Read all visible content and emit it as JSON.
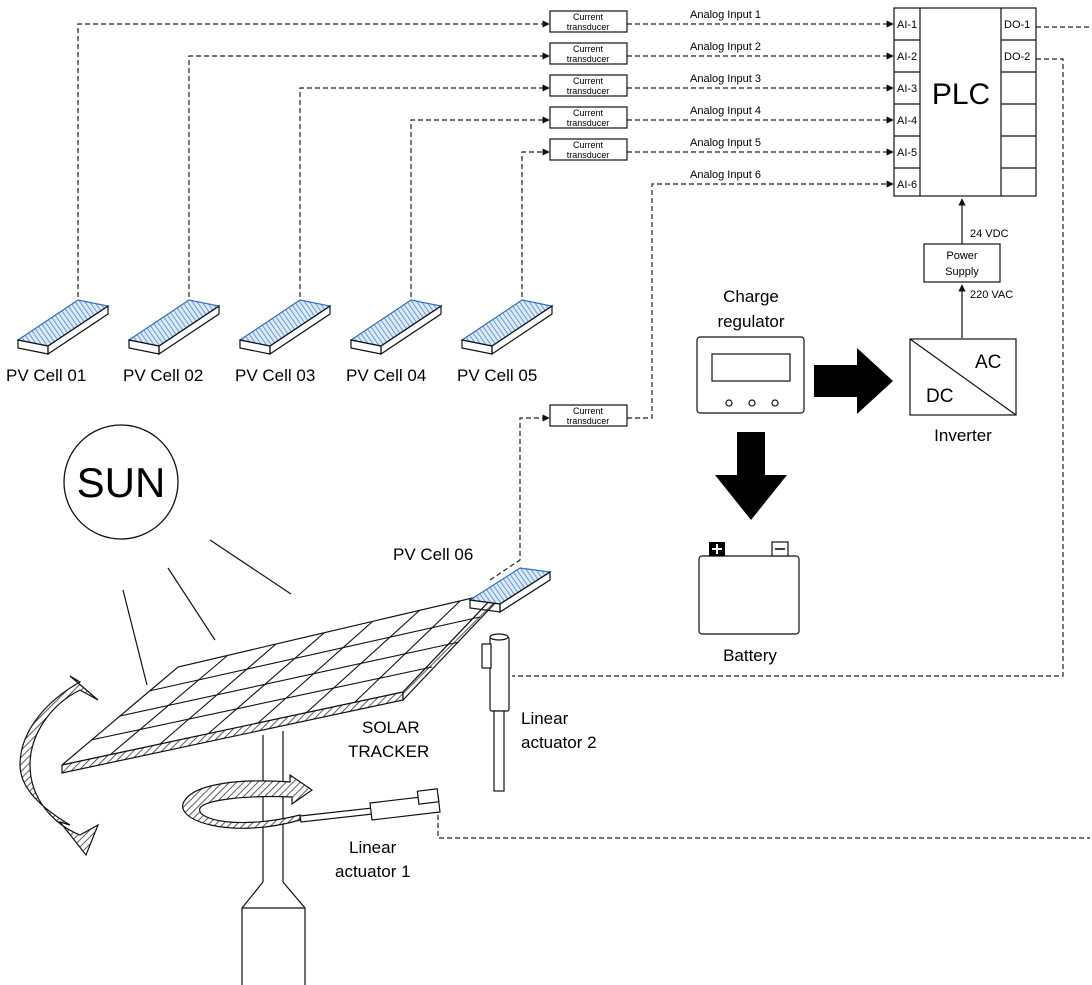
{
  "plc": {
    "label": "PLC",
    "inputs": [
      "AI-1",
      "AI-2",
      "AI-3",
      "AI-4",
      "AI-5",
      "AI-6"
    ],
    "outputs": [
      "DO-1",
      "DO-2"
    ]
  },
  "transducer": {
    "line1": "Current",
    "line2": "transducer"
  },
  "analog_inputs": [
    "Analog Input 1",
    "Analog Input 2",
    "Analog Input 3",
    "Analog Input 4",
    "Analog Input 5",
    "Analog Input 6"
  ],
  "pv_cells": [
    "PV Cell 01",
    "PV Cell 02",
    "PV Cell 03",
    "PV Cell 04",
    "PV Cell 05"
  ],
  "pv_cell_6": "PV Cell 06",
  "power_supply": {
    "line1": "Power",
    "line2": "Supply",
    "in": "220 VAC",
    "out": "24 VDC"
  },
  "charge_regulator": {
    "line1": "Charge",
    "line2": "regulator"
  },
  "inverter": {
    "label": "Inverter",
    "ac": "AC",
    "dc": "DC"
  },
  "battery": {
    "label": "Battery"
  },
  "sun": "SUN",
  "tracker": {
    "line1": "SOLAR",
    "line2": "TRACKER"
  },
  "actuator1": {
    "line1": "Linear",
    "line2": "actuator 1"
  },
  "actuator2": {
    "line1": "Linear",
    "line2": "actuator 2"
  }
}
